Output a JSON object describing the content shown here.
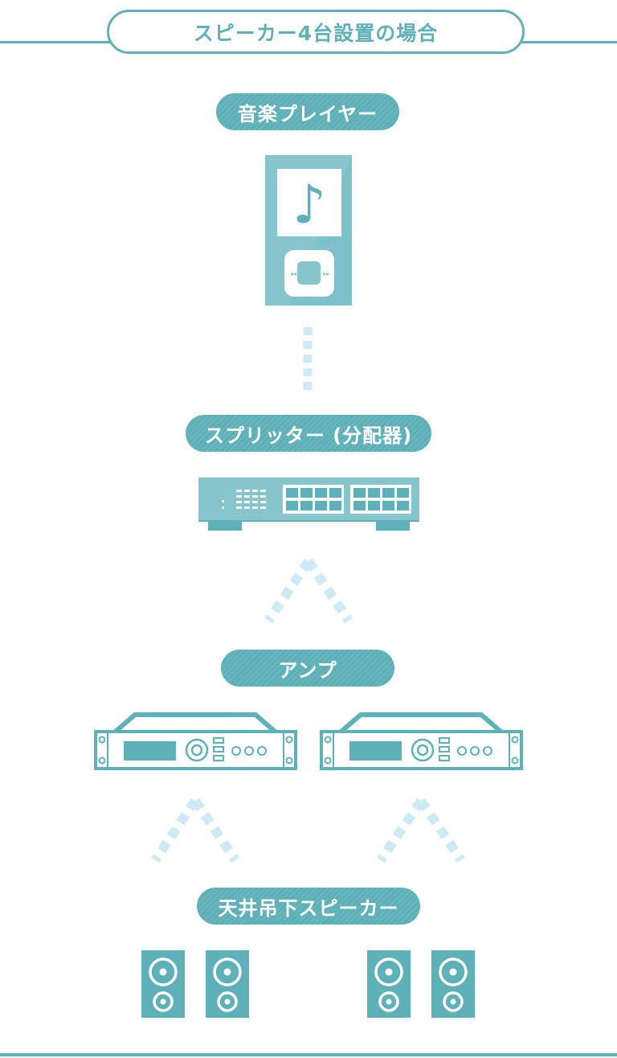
{
  "header": {
    "title": "スピーカー4台設置の場合"
  },
  "labels": {
    "player": "音楽プレイヤー",
    "splitter": "スプリッター (分配器)",
    "amp": "アンプ",
    "speaker": "天井吊下スピーカー"
  },
  "player": {
    "note": "♪"
  },
  "colors": {
    "teal": "#5fb1b9",
    "teal_light": "#86c5cc",
    "connector": "#cdeaf5"
  }
}
